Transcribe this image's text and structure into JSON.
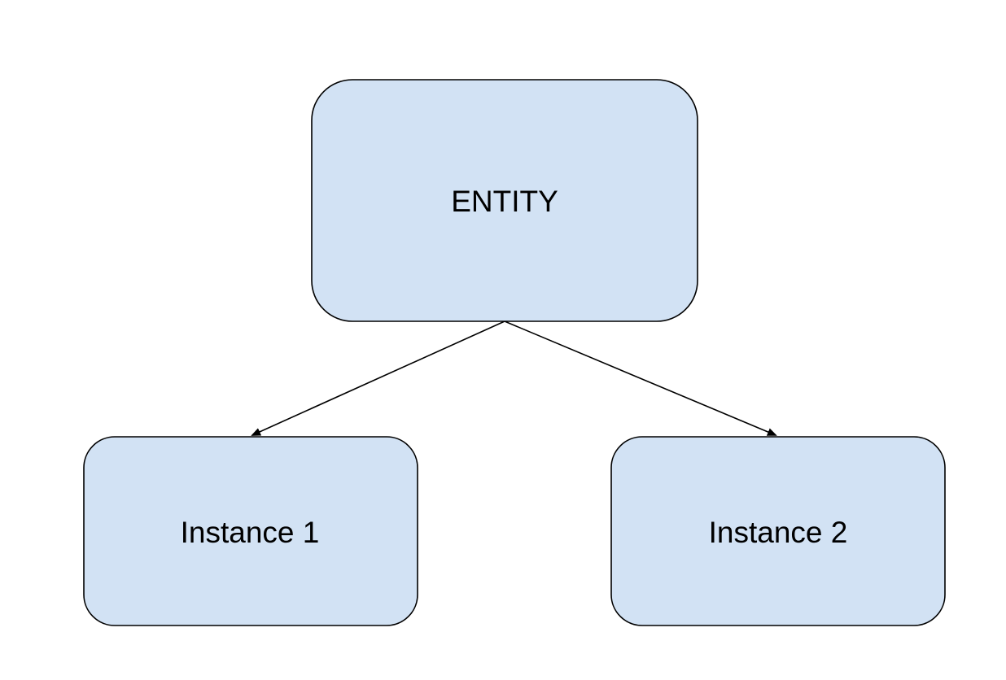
{
  "diagram": {
    "colors": {
      "node_fill": "#d2e2f4",
      "node_stroke": "#000000",
      "edge_stroke": "#000000",
      "text": "#000000",
      "background": "#ffffff"
    },
    "nodes": {
      "entity": {
        "label": "ENTITY"
      },
      "instance_1": {
        "label": "Instance 1"
      },
      "instance_2": {
        "label": "Instance 2"
      }
    },
    "edges": [
      {
        "from": "entity",
        "to": "instance_1"
      },
      {
        "from": "entity",
        "to": "instance_2"
      }
    ]
  }
}
